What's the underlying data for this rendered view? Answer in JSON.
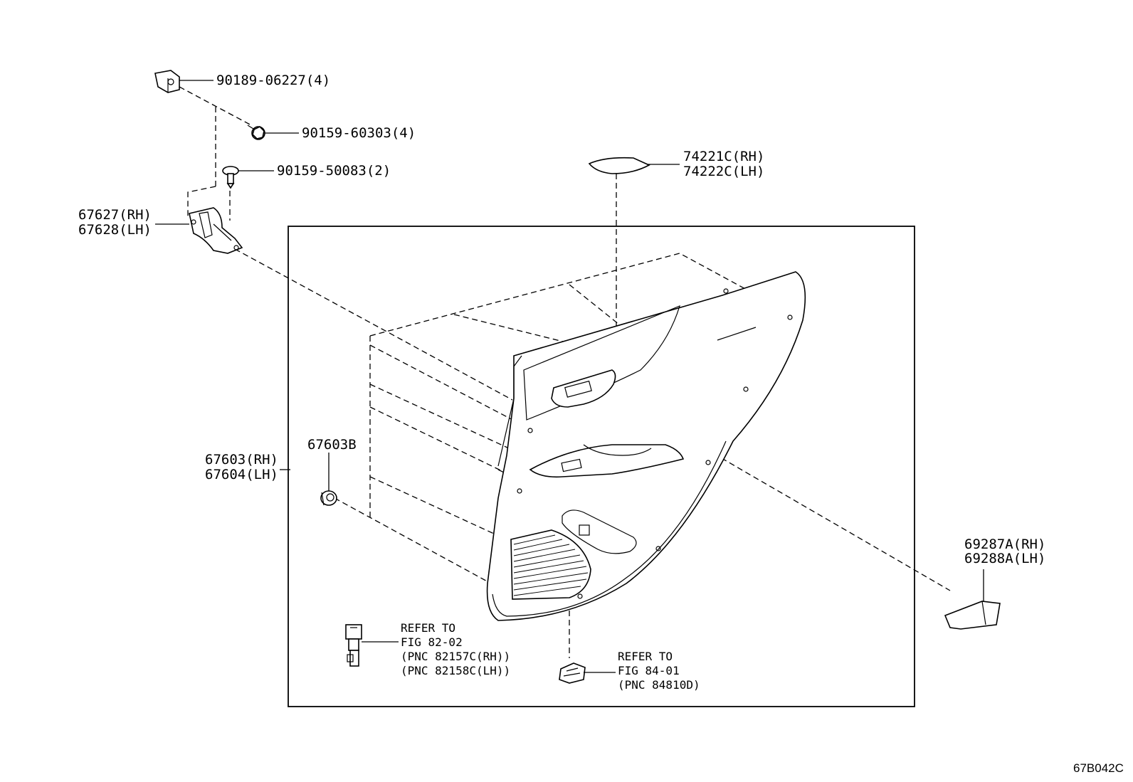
{
  "labels": {
    "clip_90189": "90189-06227(4)",
    "screw_90159_60303": "90159-60303(4)",
    "screw_90159_50083": "90159-50083(2)",
    "bracket_rh": "67627(RH)",
    "bracket_lh": "67628(LH)",
    "trim_panel_rh": "67603(RH)",
    "trim_panel_lh": "67604(LH)",
    "clip_67603b": "67603B",
    "pad_rh": "74221C(RH)",
    "pad_lh": "74222C(LH)",
    "reflector_rh": "69287A(RH)",
    "reflector_lh": "69288A(LH)"
  },
  "references": {
    "ref_82": {
      "line1": "REFER TO",
      "line2": "FIG 82-02",
      "line3": "(PNC 82157C(RH))",
      "line4": "(PNC 82158C(LH))"
    },
    "ref_84": {
      "line1": "REFER TO",
      "line2": "FIG 84-01",
      "line3": "(PNC 84810D)"
    }
  },
  "figure_code": "67B042C"
}
